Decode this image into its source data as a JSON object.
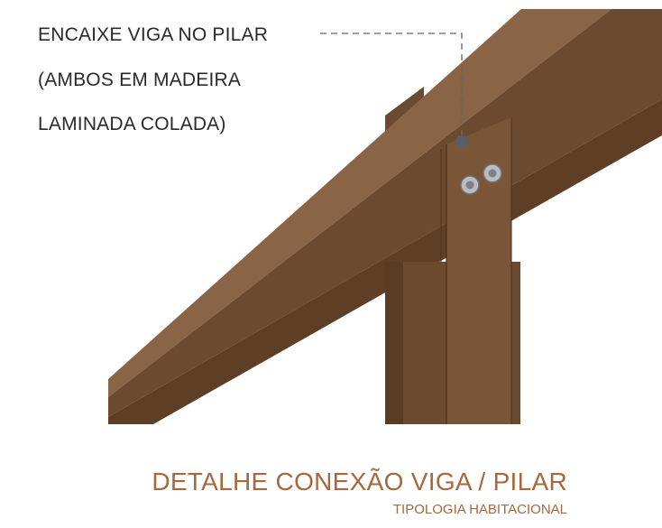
{
  "annotation": {
    "lines": [
      "ENCAIXE VIGA NO PILAR",
      "(AMBOS EM MADEIRA",
      "LAMINADA COLADA)"
    ]
  },
  "title": "DETALHE CONEXÃO VIGA / PILAR",
  "subtitle": "TIPOLOGIA HABITACIONAL",
  "colors": {
    "wood_top": "#8a6447",
    "wood_front": "#6c4a2f",
    "wood_dark": "#57391f",
    "wood_edge": "#4a2f19",
    "leader": "#666666",
    "dot": "#5a5e66",
    "bolt": "#b9bcc1",
    "title": "#a8673c"
  }
}
